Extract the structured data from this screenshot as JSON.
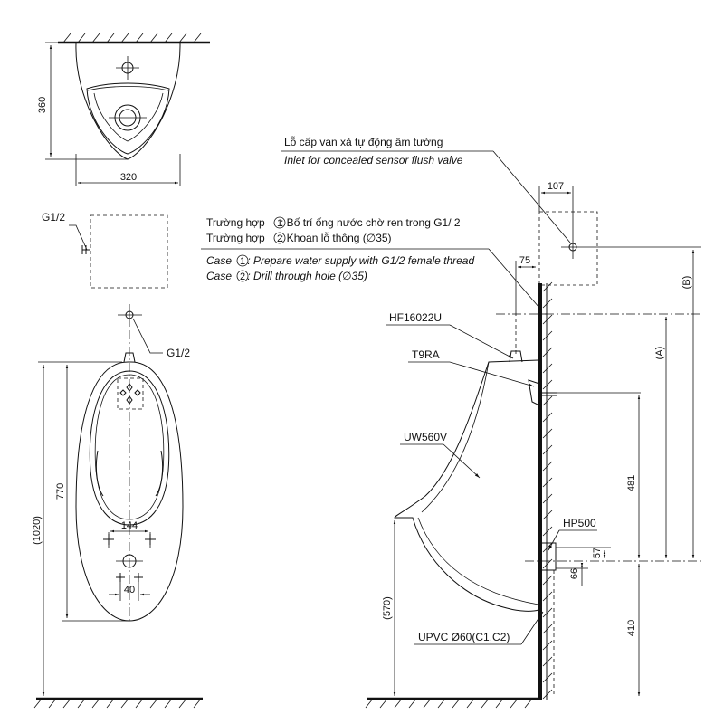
{
  "top_view": {
    "height_dim": "360",
    "width_dim": "320"
  },
  "front_view": {
    "g12_top": "G1/2",
    "g12_inlet": "G1/2",
    "height_total": "(1020)",
    "height_body": "770",
    "width_outlet": "144",
    "width_bottom": "40"
  },
  "side_view": {
    "note_vi_1": "Lỗ cấp van xả tự động âm tường",
    "note_en_1": "Inlet for concealed sensor flush valve",
    "case1_vi_pre": "Trường hợp ",
    "case1_vi_num": "1",
    "case1_vi_post": ": Bố trí ống nước chờ ren trong G1/ 2",
    "case2_vi_pre": "Trường hợp ",
    "case2_vi_num": "2",
    "case2_vi_post": ": Khoan lỗ thông (∅35)",
    "case1_en_pre": "Case ",
    "case1_en_num": "1",
    "case1_en_post": ": Prepare water supply with G1/2 female thread",
    "case2_en_pre": "Case ",
    "case2_en_num": "2",
    "case2_en_post": ": Drill through hole (∅35)",
    "part_hf": "HF16022U",
    "part_t9ra": "T9RA",
    "part_uw": "UW560V",
    "part_hp": "HP500",
    "part_pipe": "UPVC Ø60(C1,C2)",
    "dim_107": "107",
    "dim_75": "75",
    "dim_b": "(B)",
    "dim_a": "(A)",
    "dim_481": "481",
    "dim_57": "57",
    "dim_66": "66",
    "dim_410": "410",
    "dim_570": "(570)"
  }
}
